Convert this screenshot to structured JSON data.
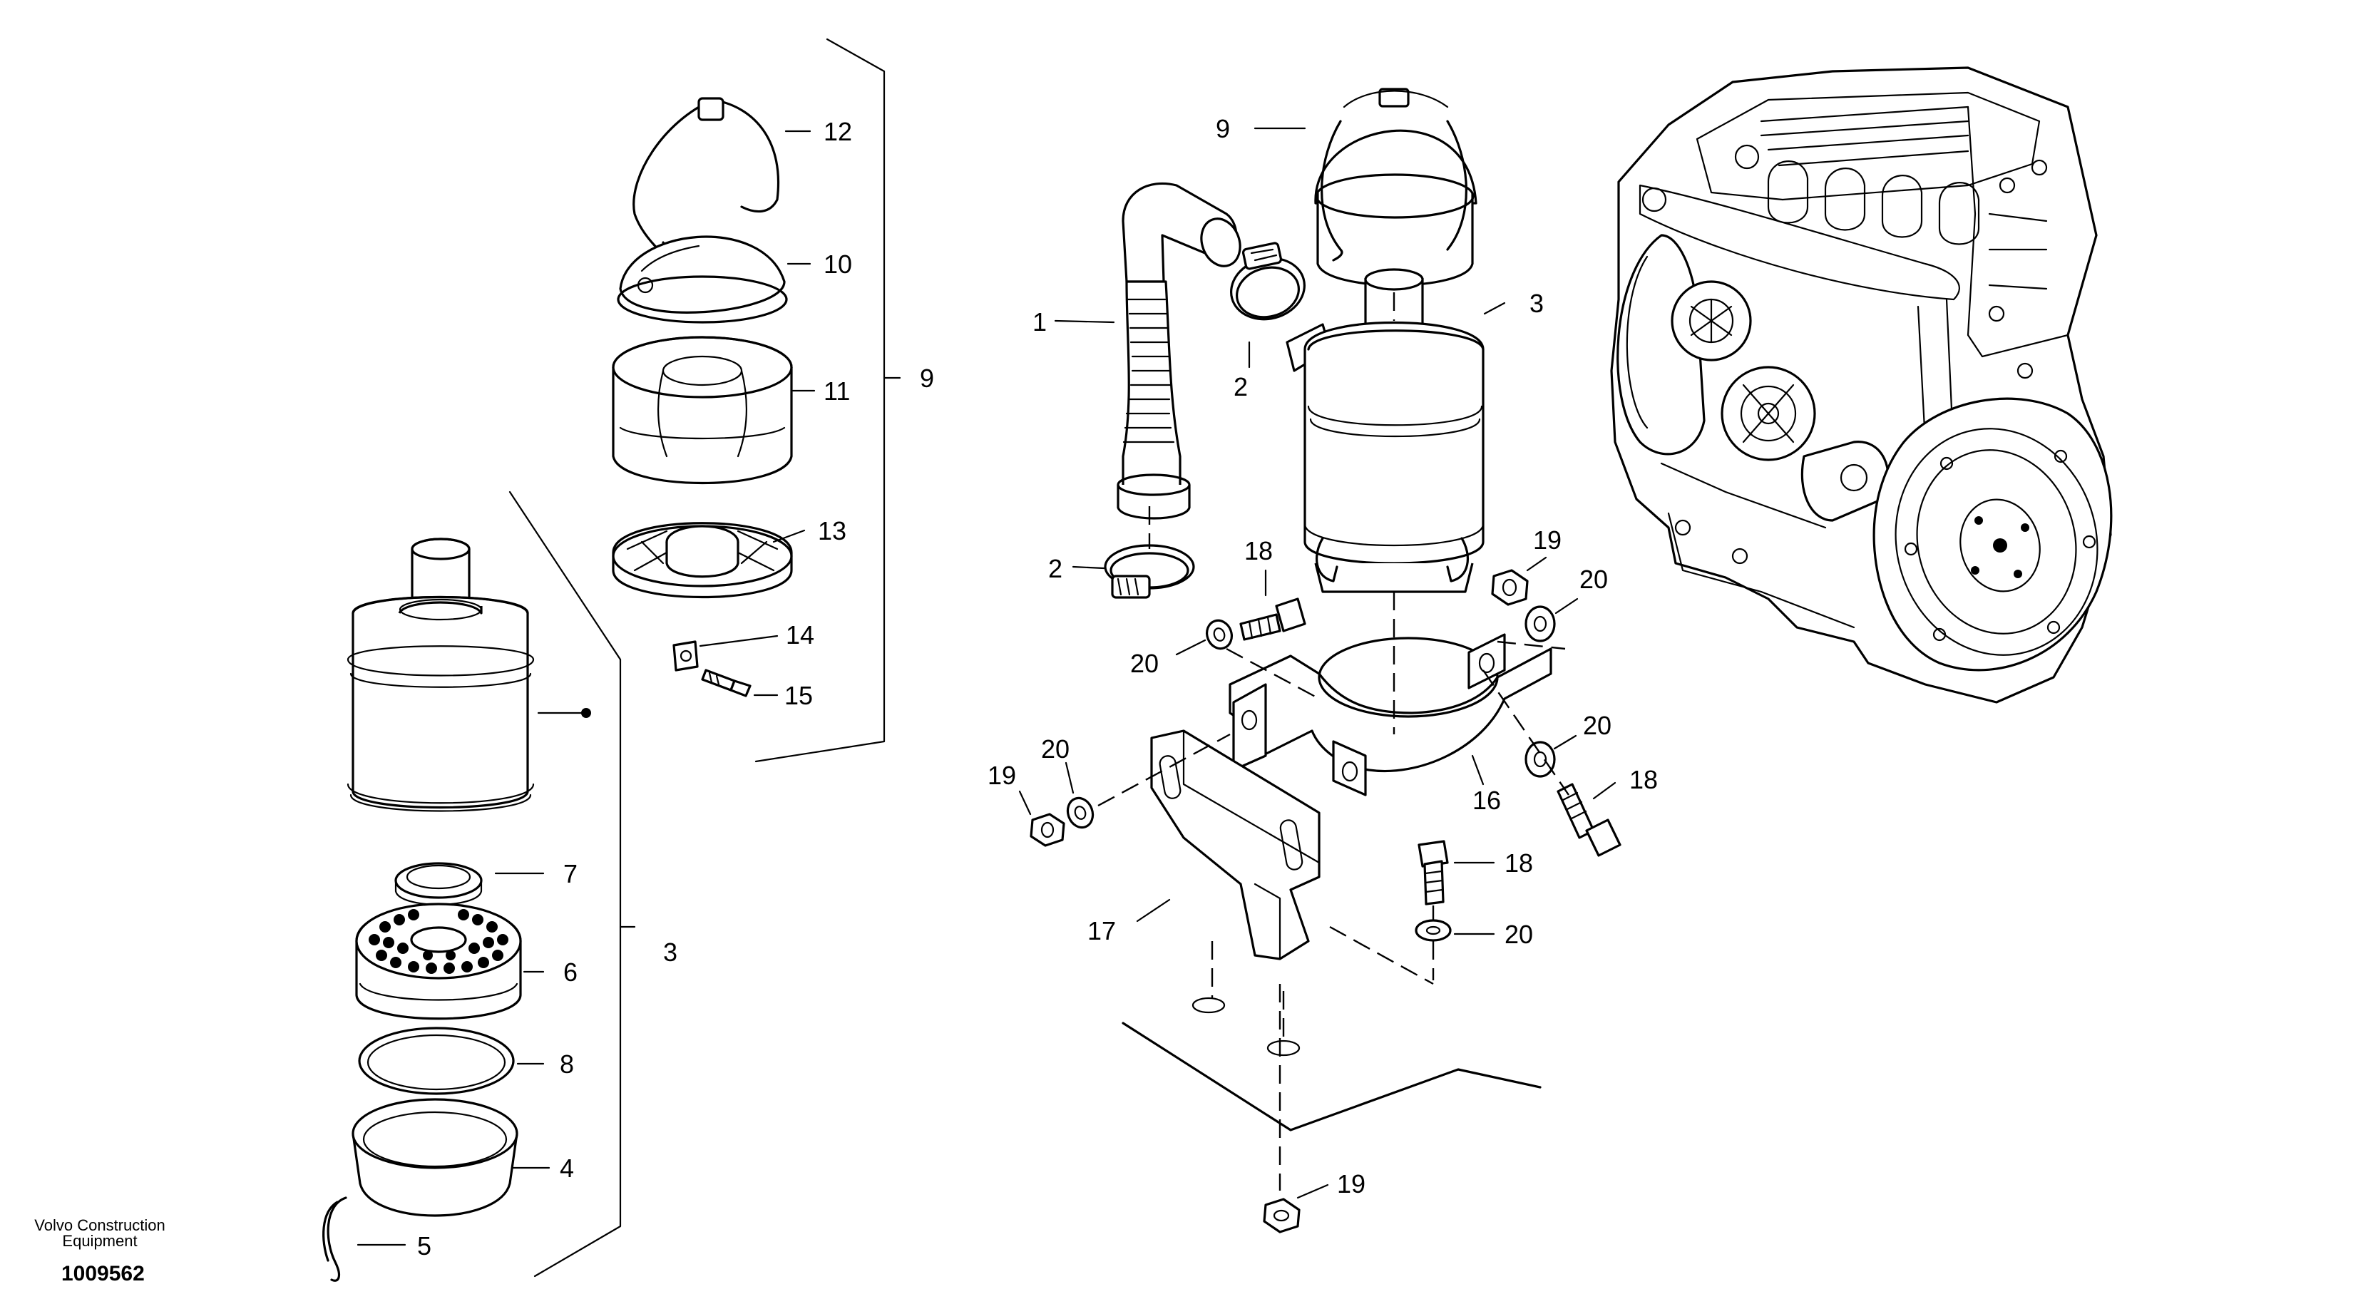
{
  "footer": {
    "brand_line1": "Volvo Construction",
    "brand_line2": "Equipment",
    "document_number": "1009562"
  },
  "callouts": {
    "c12": "12",
    "c10": "10",
    "c11": "11",
    "c9_group": "9",
    "c13": "13",
    "c14": "14",
    "c15": "15",
    "c7": "7",
    "c6": "6",
    "c8": "8",
    "c4": "4",
    "c5": "5",
    "c3_group": "3",
    "c9_top": "9",
    "c1": "1",
    "c2_upper": "2",
    "c3_right": "3",
    "c2_lower": "2",
    "c18_a": "18",
    "c19_a": "19",
    "c20_a": "20",
    "c20_b": "20",
    "c20_c": "20",
    "c18_b": "18",
    "c16": "16",
    "c20_d": "20",
    "c19_b": "19",
    "c18_c": "18",
    "c17": "17",
    "c20_e": "20",
    "c19_c": "19"
  }
}
